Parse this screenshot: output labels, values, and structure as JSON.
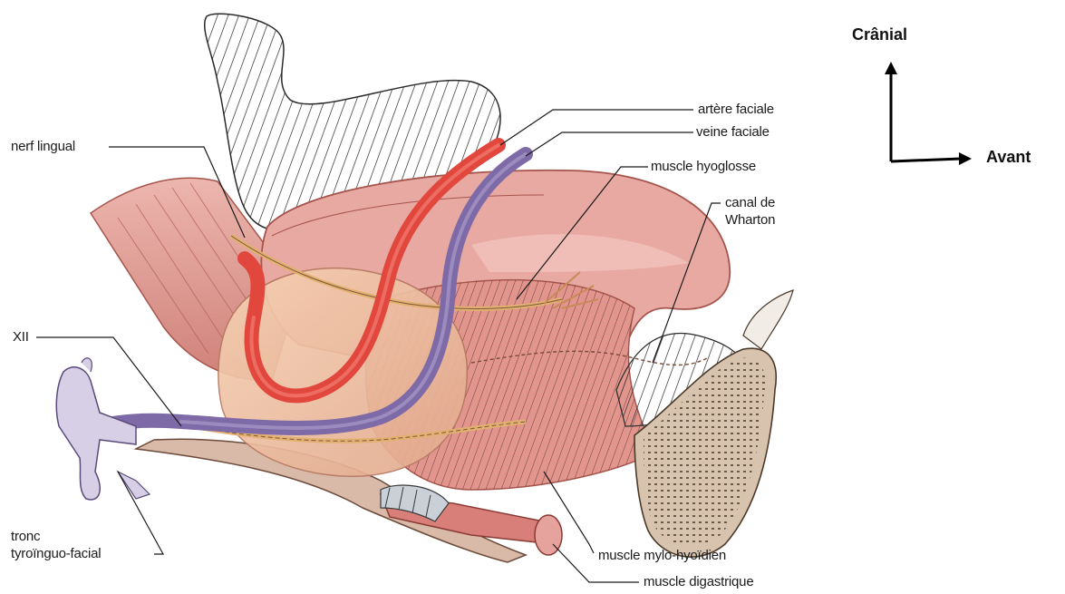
{
  "labels": {
    "nerf_lingual": "nerf lingual",
    "xii": "XII",
    "tronc_line1": "tronc",
    "tronc_line2": "tyroïnguo-facial",
    "artere_faciale": "artère faciale",
    "veine_faciale": "veine faciale",
    "muscle_hyoglosse": "muscle hyoglosse",
    "canal_line1": "canal de",
    "canal_line2": "Wharton",
    "muscle_mylo": "muscle mylo-hyoïdien",
    "muscle_digastrique": "muscle digastrique"
  },
  "orientation": {
    "cranial": "Crânial",
    "avant": "Avant"
  },
  "colors": {
    "muscle": "#e3a6a0",
    "muscle_dark": "#c7706a",
    "gland": "#f0c2a4",
    "artery": "#e2473d",
    "vein": "#7d6aa6",
    "bone": "#d8c3ae",
    "hatch": "#2a2a2a"
  }
}
